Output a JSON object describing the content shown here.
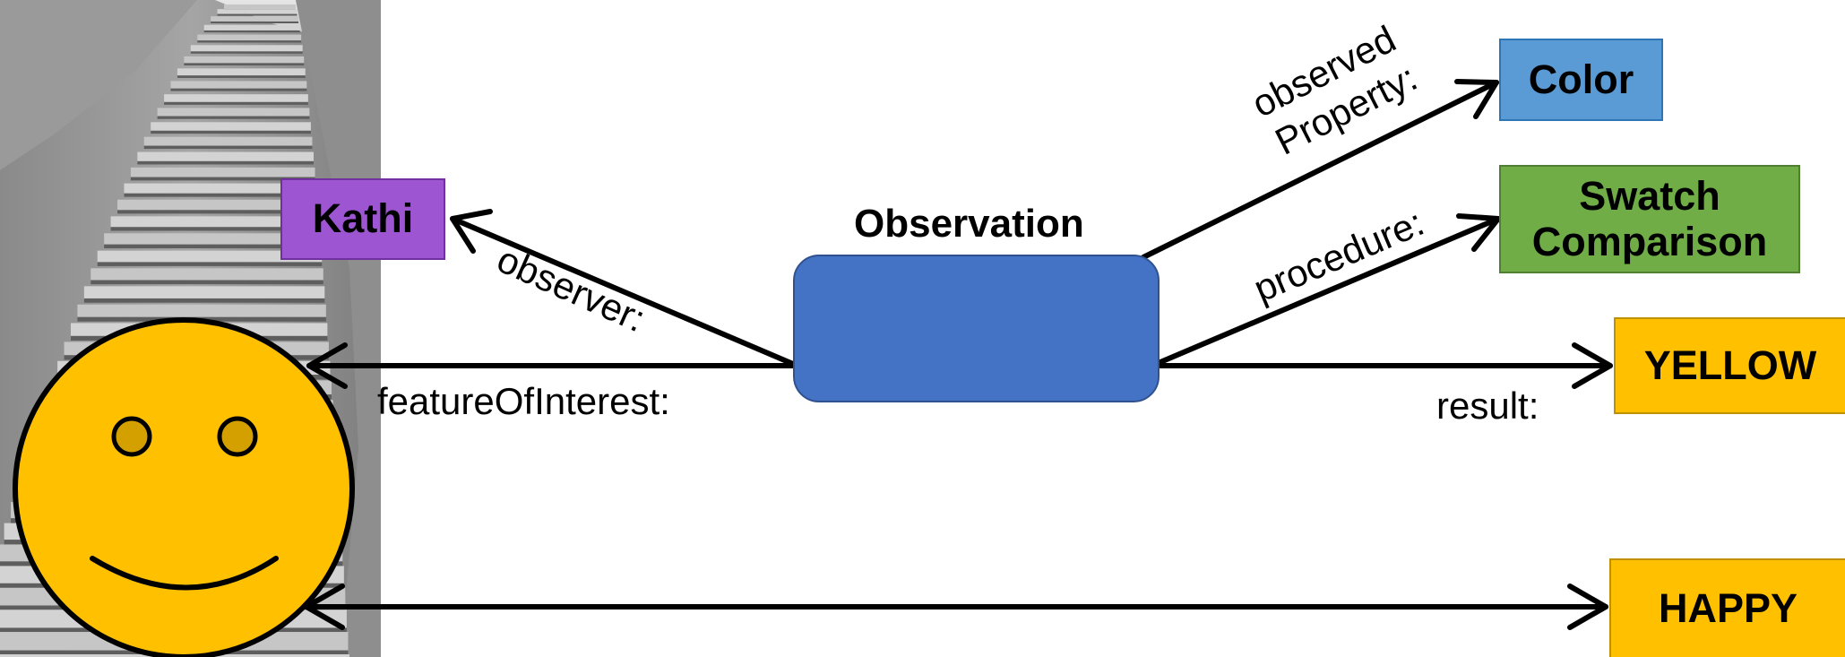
{
  "observation": {
    "title": "Observation",
    "color": "#4472c4"
  },
  "observer": {
    "edge_label": "observer:",
    "node_label": "Kathi",
    "color": "#9e55d2"
  },
  "observed_property": {
    "edge_label_line1": "observed",
    "edge_label_line2": "Property:",
    "node_label": "Color",
    "color": "#5b9bd5"
  },
  "procedure": {
    "edge_label": "procedure:",
    "node_label_line1": "Swatch",
    "node_label_line2": "Comparison",
    "color": "#70ad47"
  },
  "result": {
    "edge_label": "result:",
    "node_label": "YELLOW",
    "color": "#ffc000"
  },
  "feature_of_interest": {
    "edge_label": "featureOfInterest:",
    "face_color": "#ffc000",
    "eye_color": "#d4a000"
  },
  "happy": {
    "node_label": "HAPPY",
    "color": "#ffc000"
  },
  "background_photo": {
    "subject": "stairway-photo",
    "tone": "grayscale"
  }
}
